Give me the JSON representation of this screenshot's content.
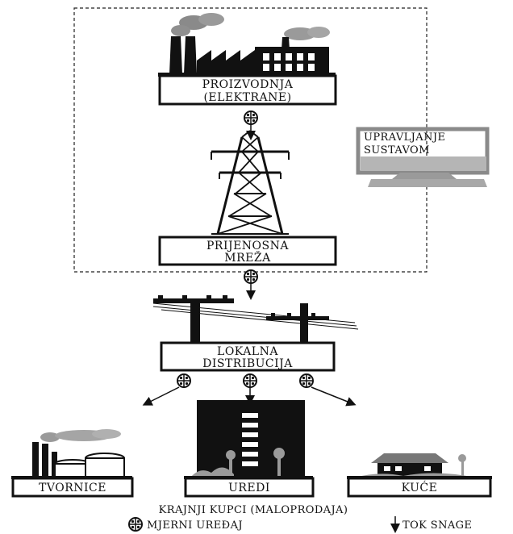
{
  "nodes": {
    "production": {
      "line1": "PROIZVODNJA",
      "line2": "(ELEKTRANE)"
    },
    "transmission": {
      "line1": "PRIJENOSNA",
      "line2": "MREŽA"
    },
    "distribution": {
      "line1": "LOKALNA",
      "line2": "DISTRIBUCIJA"
    },
    "control": {
      "line1": "UPRAVLJANJE",
      "line2": "SUSTAVOM"
    },
    "factories": {
      "label": "TVORNICE"
    },
    "offices": {
      "label": "UREDI"
    },
    "houses": {
      "label": "KUĆE"
    }
  },
  "footer": {
    "customers": "KRAJNJI KUPCI (MALOPRODAJA)",
    "meter_legend": "MJERNI UREĐAJ",
    "flow_legend": "TOK SNAGE"
  },
  "icons": [
    "factory-icon",
    "transmission-tower-icon",
    "computer-monitor-icon",
    "power-pole-icon",
    "meter-icon",
    "office-building-icon",
    "house-icon",
    "flow-arrow-icon"
  ]
}
